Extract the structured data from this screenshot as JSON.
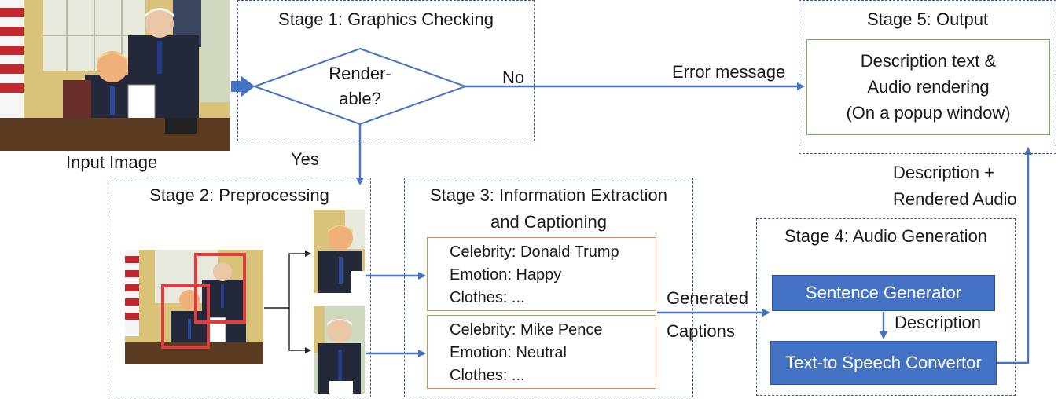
{
  "input_image": {
    "label": "Input Image"
  },
  "stage1": {
    "title": "Stage 1: Graphics Checking",
    "decision_line1": "Render-",
    "decision_line2": "able?",
    "no_label": "No",
    "yes_label": "Yes",
    "error_label": "Error message"
  },
  "stage2": {
    "title": "Stage 2: Preprocessing"
  },
  "stage3": {
    "title_line1": "Stage 3: Information Extraction",
    "title_line2": "and Captioning",
    "captions": [
      {
        "celebrity": "Celebrity: Donald Trump",
        "emotion": "Emotion: Happy",
        "clothes": "Clothes: ..."
      },
      {
        "celebrity": "Celebrity: Mike Pence",
        "emotion": "Emotion: Neutral",
        "clothes": "Clothes: ..."
      }
    ],
    "generated_line1": "Generated",
    "generated_line2": "Captions"
  },
  "stage4": {
    "title": "Stage 4: Audio Generation",
    "sentence_generator": "Sentence Generator",
    "description_label": "Description",
    "tts": "Text-to Speech Convertor"
  },
  "stage5": {
    "title": "Stage 5: Output",
    "out_line1": "Description text &",
    "out_line2": "Audio rendering",
    "out_line3": "(On a popup window)",
    "feedback_line1": "Description +",
    "feedback_line2": "Rendered Audio"
  },
  "colors": {
    "arrow": "#4472c4",
    "stage_border": "#3a5a9c",
    "caption_border": "#e08a4b",
    "output_border": "#70b44a",
    "process_fill": "#4472c4",
    "box_red": "#e03c3c"
  },
  "icons": [
    "photo-office-scene",
    "photo-crop-trump",
    "photo-crop-pence",
    "red-detection-box",
    "decision-diamond"
  ]
}
